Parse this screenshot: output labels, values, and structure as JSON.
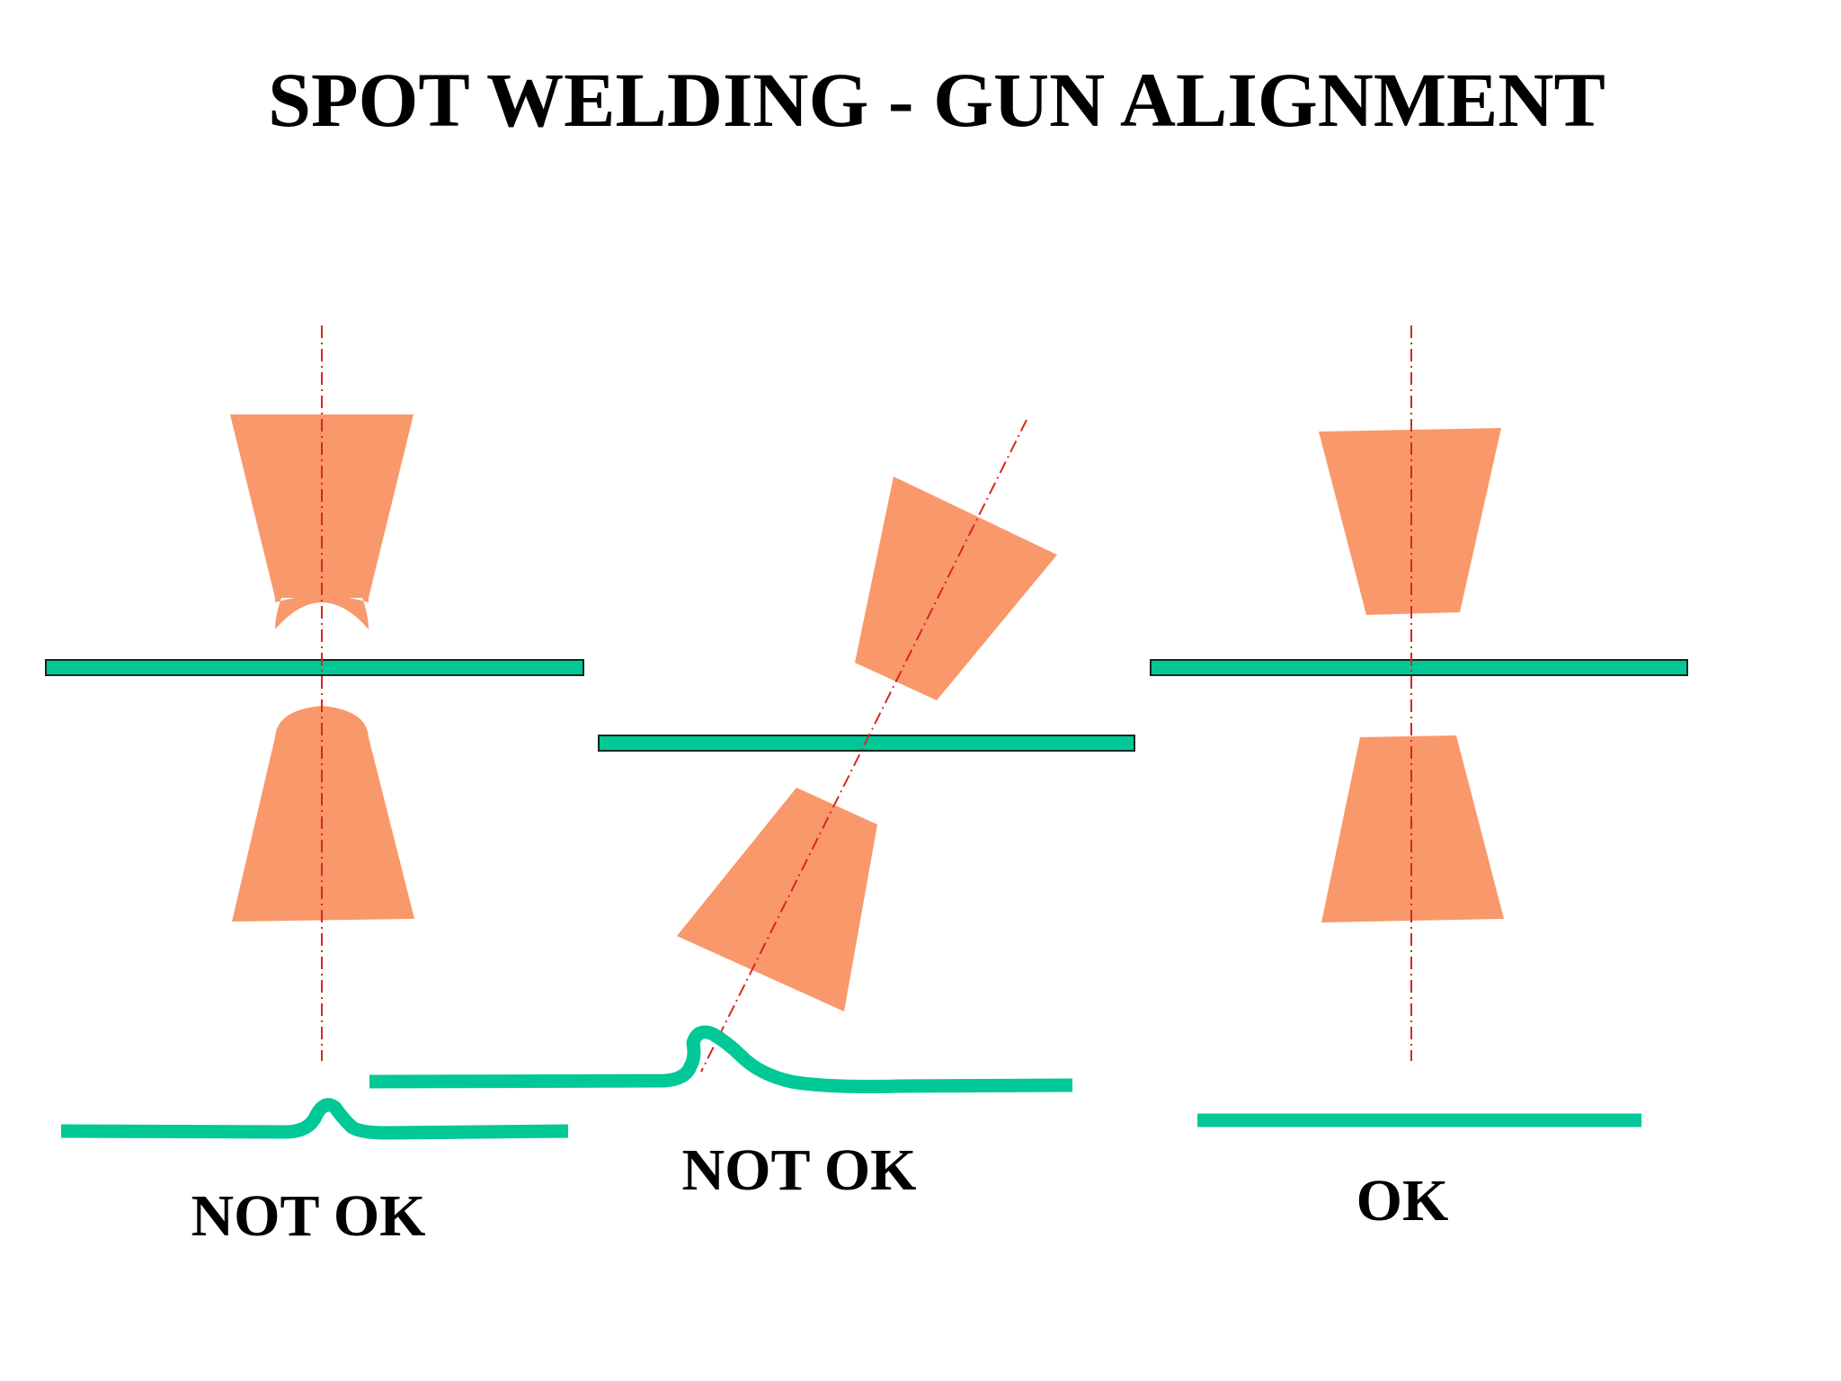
{
  "title": "SPOT WELDING - GUN  ALIGNMENT",
  "colors": {
    "electrode": "#f9986a",
    "sheet": "#00c896",
    "sheet_outline": "#0b2a20",
    "axis": "#d6281e",
    "text": "#000000"
  },
  "panels": [
    {
      "id": "left",
      "label": "NOT OK",
      "defect": "electrode-tip-mismatch"
    },
    {
      "id": "middle",
      "label": "NOT OK",
      "defect": "angled-electrodes"
    },
    {
      "id": "right",
      "label": "OK",
      "defect": "none"
    }
  ]
}
